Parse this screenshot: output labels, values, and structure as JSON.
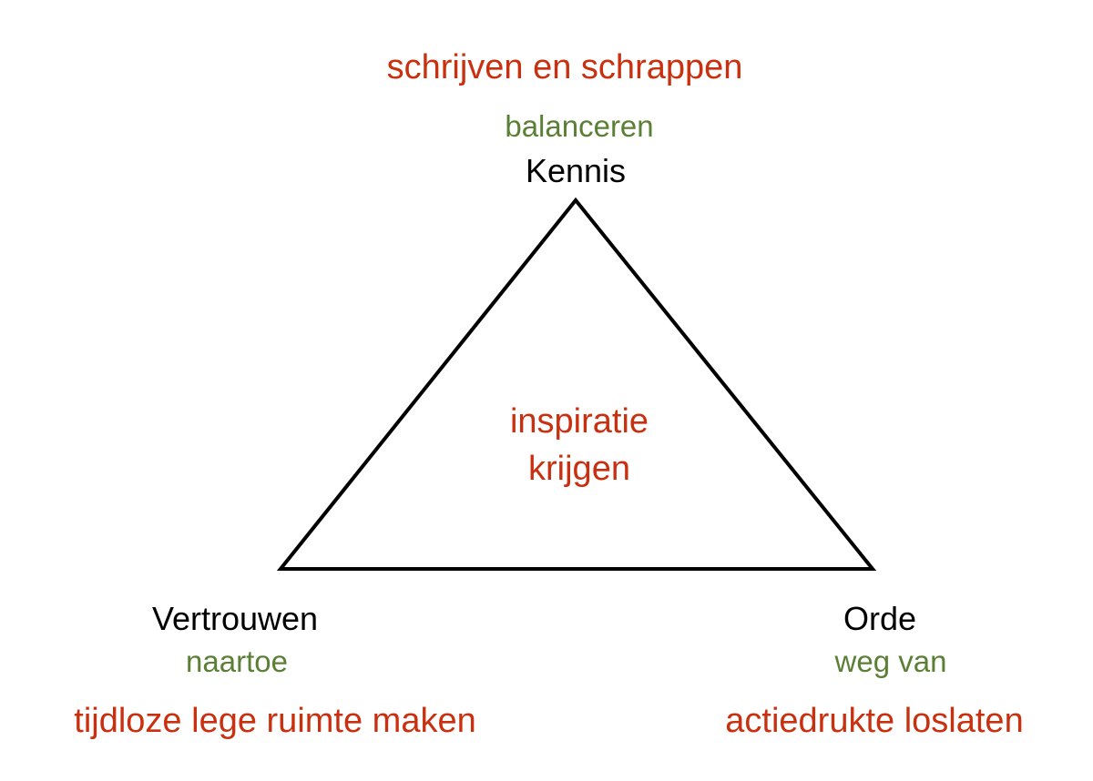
{
  "top": {
    "action": "schrijven en schrappen",
    "direction": "balanceren",
    "label": "Kennis"
  },
  "center": {
    "line1": "inspiratie",
    "line2": "krijgen"
  },
  "left": {
    "label": "Vertrouwen",
    "direction": "naartoe",
    "action": "tijdloze lege ruimte maken"
  },
  "right": {
    "label": "Orde",
    "direction": "weg van",
    "action": "actiedrukte loslaten"
  },
  "colors": {
    "action": "#c8300f",
    "direction": "#5a7f35",
    "label": "#000000"
  }
}
